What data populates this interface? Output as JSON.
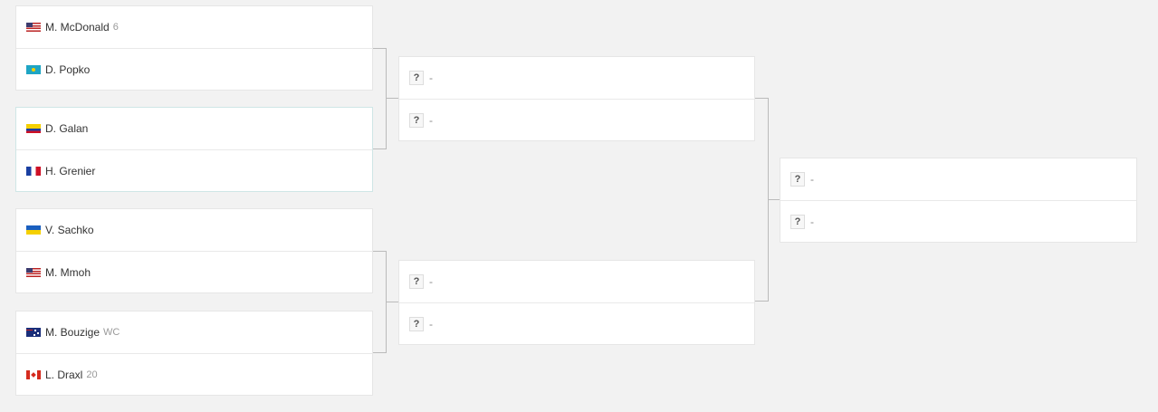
{
  "round1": [
    {
      "players": [
        {
          "name": "M. McDonald",
          "seed": "6",
          "flag": "flag-us"
        },
        {
          "name": "D. Popko",
          "seed": "",
          "flag": "flag-kz"
        }
      ]
    },
    {
      "players": [
        {
          "name": "D. Galan",
          "seed": "",
          "flag": "flag-co"
        },
        {
          "name": "H. Grenier",
          "seed": "",
          "flag": "flag-fr"
        }
      ]
    },
    {
      "players": [
        {
          "name": "V. Sachko",
          "seed": "",
          "flag": "flag-ua"
        },
        {
          "name": "M. Mmoh",
          "seed": "",
          "flag": "flag-us"
        }
      ]
    },
    {
      "players": [
        {
          "name": "M. Bouzige",
          "seed": "WC",
          "flag": "flag-au"
        },
        {
          "name": "L. Draxl",
          "seed": "20",
          "flag": "flag-ca"
        }
      ]
    }
  ],
  "round2": [
    {
      "players": [
        {
          "q": "?",
          "name": "-"
        },
        {
          "q": "?",
          "name": "-"
        }
      ]
    },
    {
      "players": [
        {
          "q": "?",
          "name": "-"
        },
        {
          "q": "?",
          "name": "-"
        }
      ]
    }
  ],
  "round3": [
    {
      "players": [
        {
          "q": "?",
          "name": "-"
        },
        {
          "q": "?",
          "name": "-"
        }
      ]
    }
  ]
}
